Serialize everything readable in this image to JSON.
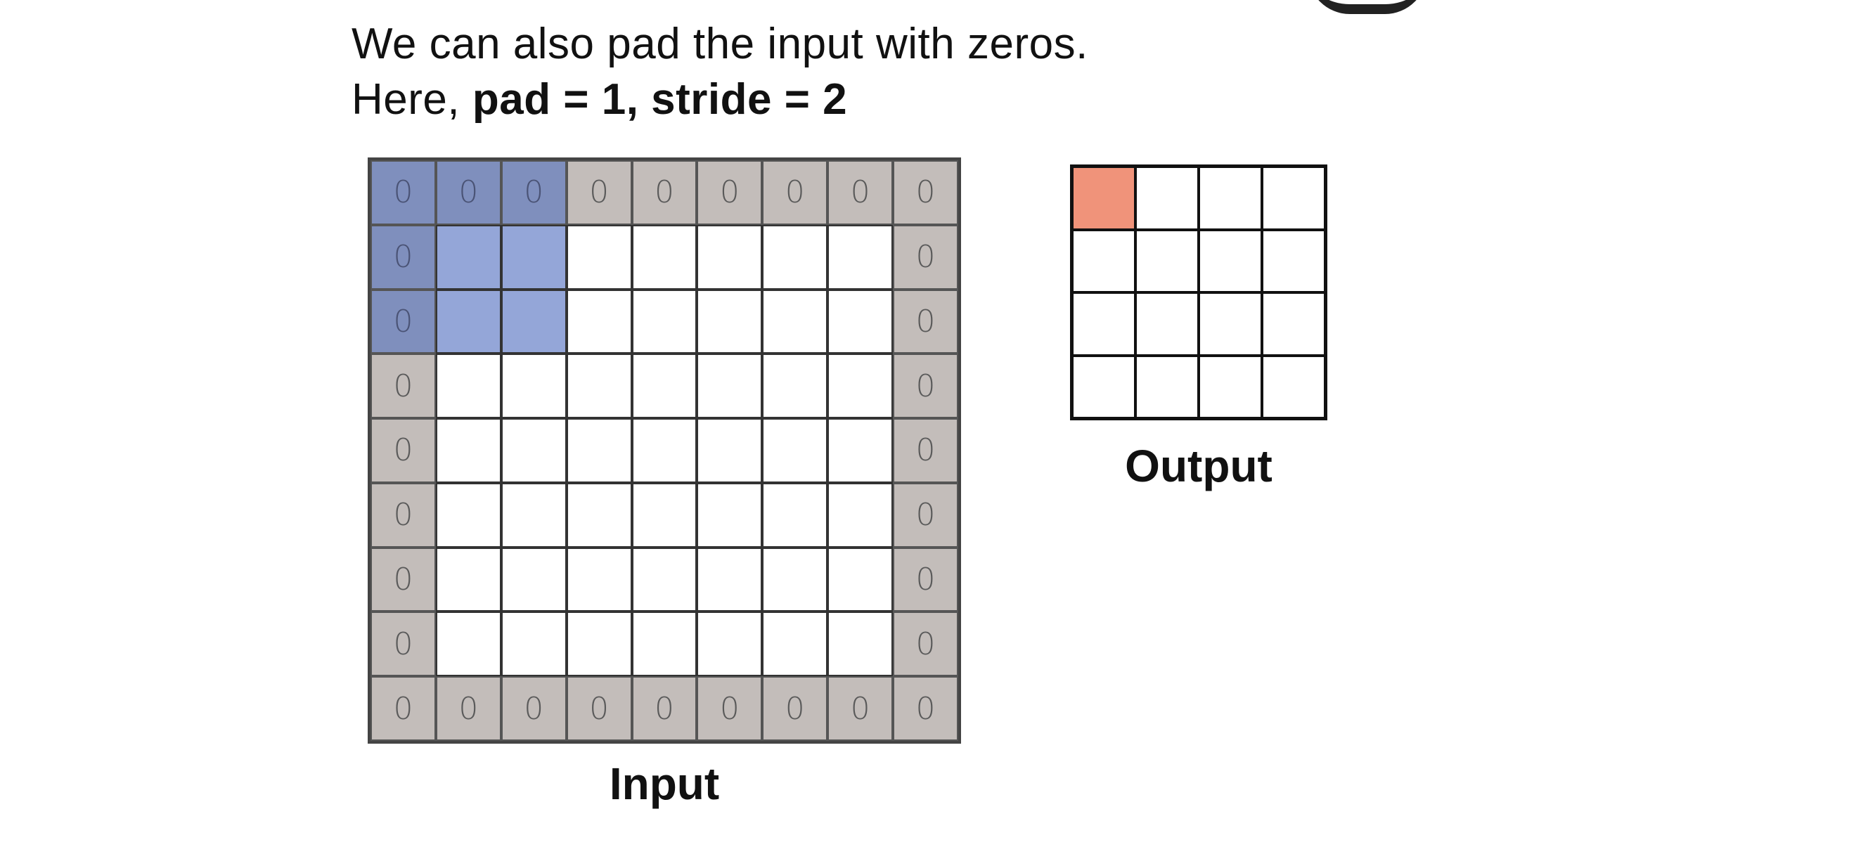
{
  "caption": {
    "line1": "We can also pad the input with zeros.",
    "line2_prefix": "Here, ",
    "line2_bold": "pad = 1, stride = 2"
  },
  "input": {
    "label": "Input",
    "rows": 9,
    "cols": 9,
    "pad": 1,
    "pad_value": "0",
    "window": {
      "row": 0,
      "col": 0,
      "size": 3
    }
  },
  "output": {
    "label": "Output",
    "rows": 4,
    "cols": 4,
    "active": {
      "row": 0,
      "col": 0
    }
  },
  "colors": {
    "padding": "#c3bdba",
    "window": "#94a6d8",
    "window_on_padding": "#7f8fbd",
    "output_active": "#f0937a"
  }
}
